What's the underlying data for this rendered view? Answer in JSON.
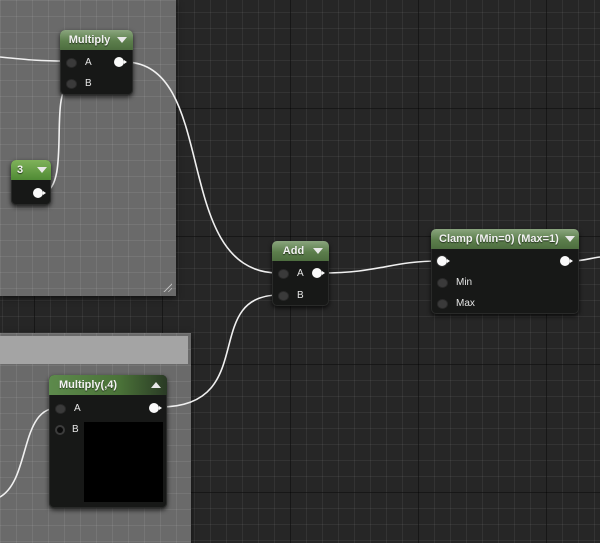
{
  "editor": "Material graph editor",
  "comments": [
    {
      "id": "top-comment",
      "title": ""
    },
    {
      "id": "bottom-comment",
      "title": ""
    }
  ],
  "nodes": {
    "multiply_top": {
      "title": "Multiply",
      "inputs": [
        "A",
        "B"
      ],
      "collapse": "down"
    },
    "constant": {
      "title": "3",
      "collapse": "down"
    },
    "add": {
      "title": "Add",
      "inputs": [
        "A",
        "B"
      ],
      "collapse": "down"
    },
    "clamp": {
      "title": "Clamp (Min=0) (Max=1)",
      "inputs": [
        "",
        "Min",
        "Max"
      ],
      "collapse": "down"
    },
    "multiply_bottom": {
      "title": "Multiply(,4)",
      "inputs": [
        "A",
        "B"
      ],
      "collapse": "up"
    }
  },
  "colors": {
    "canvas": "#262626",
    "comment_bg": "#6a6a6a",
    "node_body": "#171817",
    "node_header": "#5c7e4c",
    "wire": "#f2f2f2"
  }
}
